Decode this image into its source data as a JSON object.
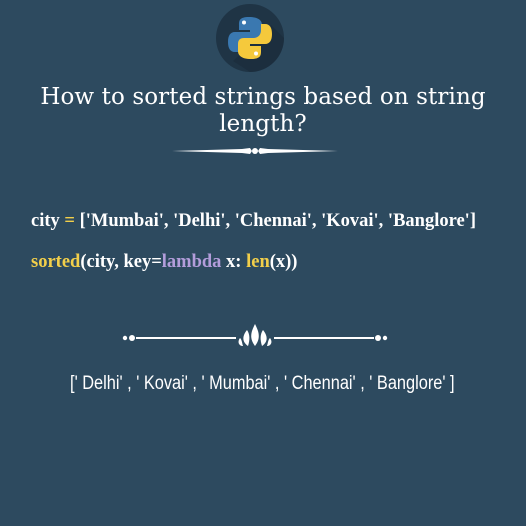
{
  "logo": {
    "icon": "python-logo-icon"
  },
  "title": "How to sorted strings based on string length?",
  "code": {
    "line1": {
      "var": "city",
      "op": " = ",
      "value": "['Mumbai', 'Delhi', 'Chennai', 'Kovai', 'Banglore']"
    },
    "line2": {
      "fn": "sorted",
      "open": "(city, key=",
      "kw": "lambda",
      "mid": " x: ",
      "fn2": "len",
      "close": "(x))"
    }
  },
  "result": "[' Delhi' , ' Kovai' , ' Mumbai' , ' Chennai' , ' Banglore' ]",
  "colors": {
    "background": "#2d4a5f",
    "accent_yellow": "#f2cf4a",
    "accent_purple": "#b39ddb",
    "python_blue": "#3a78b0",
    "python_yellow": "#f5c93c"
  }
}
